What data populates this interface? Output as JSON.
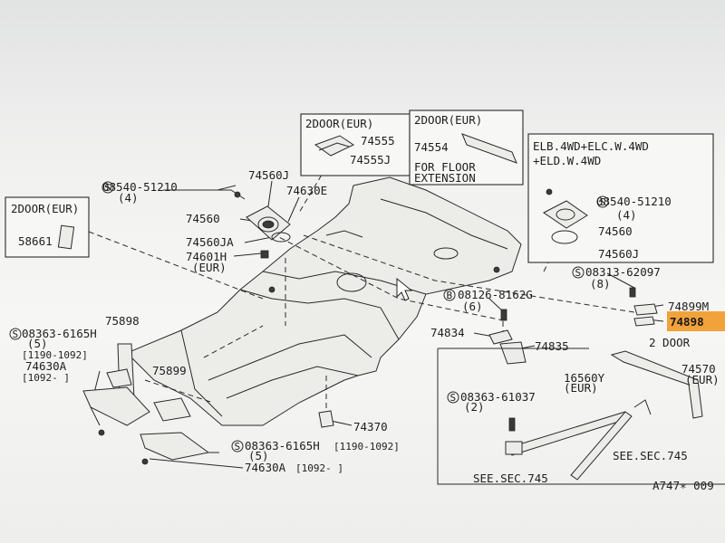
{
  "diagram": {
    "box_2door_left": {
      "title": "2DOOR(EUR)",
      "part": "58661"
    },
    "box_2door_top1": {
      "title": "2DOOR(EUR)",
      "part_a": "74555",
      "part_b": "74555J"
    },
    "box_2door_top2": {
      "title": "2DOOR(EUR)",
      "part": "74554",
      "note_1": "FOR FLOOR",
      "note_2": "EXTENSION"
    },
    "box_right": {
      "title_1": "ELB.4WD+ELC.W.4WD",
      "title_2": "+ELD.W.4WD",
      "bolt": "08540-51210",
      "bolt_qty": "(4)",
      "part_a": "74560",
      "part_b": "74560J"
    },
    "labels": {
      "bolt_08540": "08540-51210",
      "bolt_08540_qty": "(4)",
      "p74560J": "74560J",
      "p74630E": "74630E",
      "p74560": "74560",
      "p74560JA": "74560JA",
      "p74601H": "74601H",
      "p74601H_note": "(EUR)",
      "bolt_08313": "08313-62097",
      "bolt_08313_qty": "(8)",
      "p74899M": "74899M",
      "p74898": "74898",
      "bolt_08126": "08126-8162G",
      "bolt_08126_qty": "(6)",
      "p74834": "74834",
      "p74835": "74835",
      "bolt_08363a": "08363-6165H",
      "bolt_08363a_qty": "(5)",
      "range_a": "[1190-1092]",
      "p74630A": "74630A",
      "range_b": "[1092-    ]",
      "p75898": "75898",
      "p75899": "75899",
      "p74370": "74370",
      "bolt_08363b": "08363-6165H",
      "bolt_08363b_range": "[1190-1092]",
      "bolt_08363b_qty": "(5)",
      "p74630A_b": "74630A",
      "p74630A_b_range": "[1092-    ]"
    },
    "box_bottom": {
      "title": "2 DOOR",
      "p74570": "74570",
      "p74570_note": "(EUR)",
      "p16560Y": "16560Y",
      "p16560Y_note": "(EUR)",
      "bolt": "08363-61037",
      "bolt_qty": "(2)",
      "see_a": "SEE.SEC.745",
      "see_b": "SEE.SEC.745"
    },
    "figure_id": "A747∗ 009",
    "highlight_color": "#f2a23a"
  }
}
